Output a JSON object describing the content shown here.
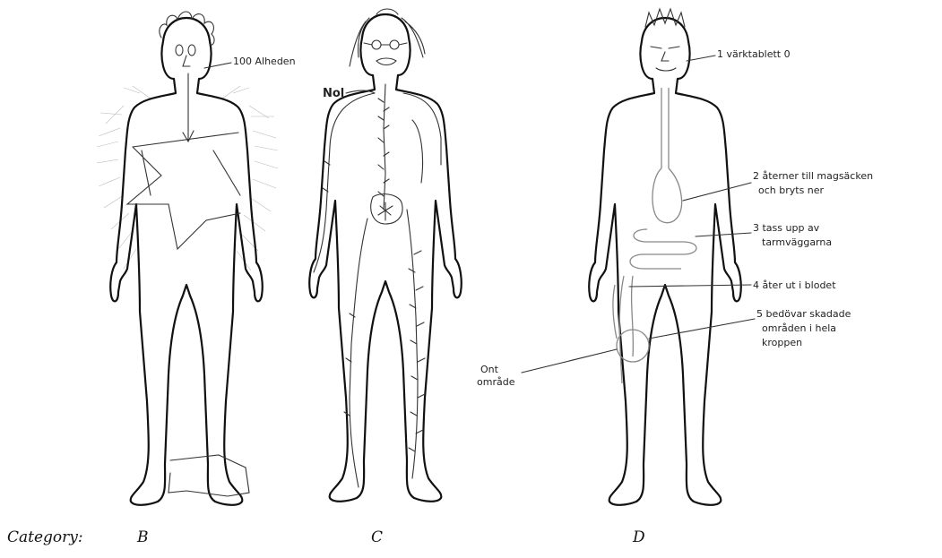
{
  "captions": {
    "category_label": "Category:",
    "b": "B",
    "c": "C",
    "d": "D"
  },
  "figure_b": {
    "annotation": "100 Alheden"
  },
  "figure_c": {
    "annotation": "Nol"
  },
  "figure_d": {
    "label_1": "1 värktablett 0",
    "label_2_line1": "2 återner till magsäcken",
    "label_2_line2": "och bryts ner",
    "label_3_line1": "3 tass upp av",
    "label_3_line2": "tarmväggarna",
    "label_4": "4 åter ut i blodet",
    "label_5_line1": "5 bedövar skadade",
    "label_5_line2": "områden i hela",
    "label_5_line3": "kroppen",
    "pain_line1": "Ont",
    "pain_line2": "område"
  }
}
